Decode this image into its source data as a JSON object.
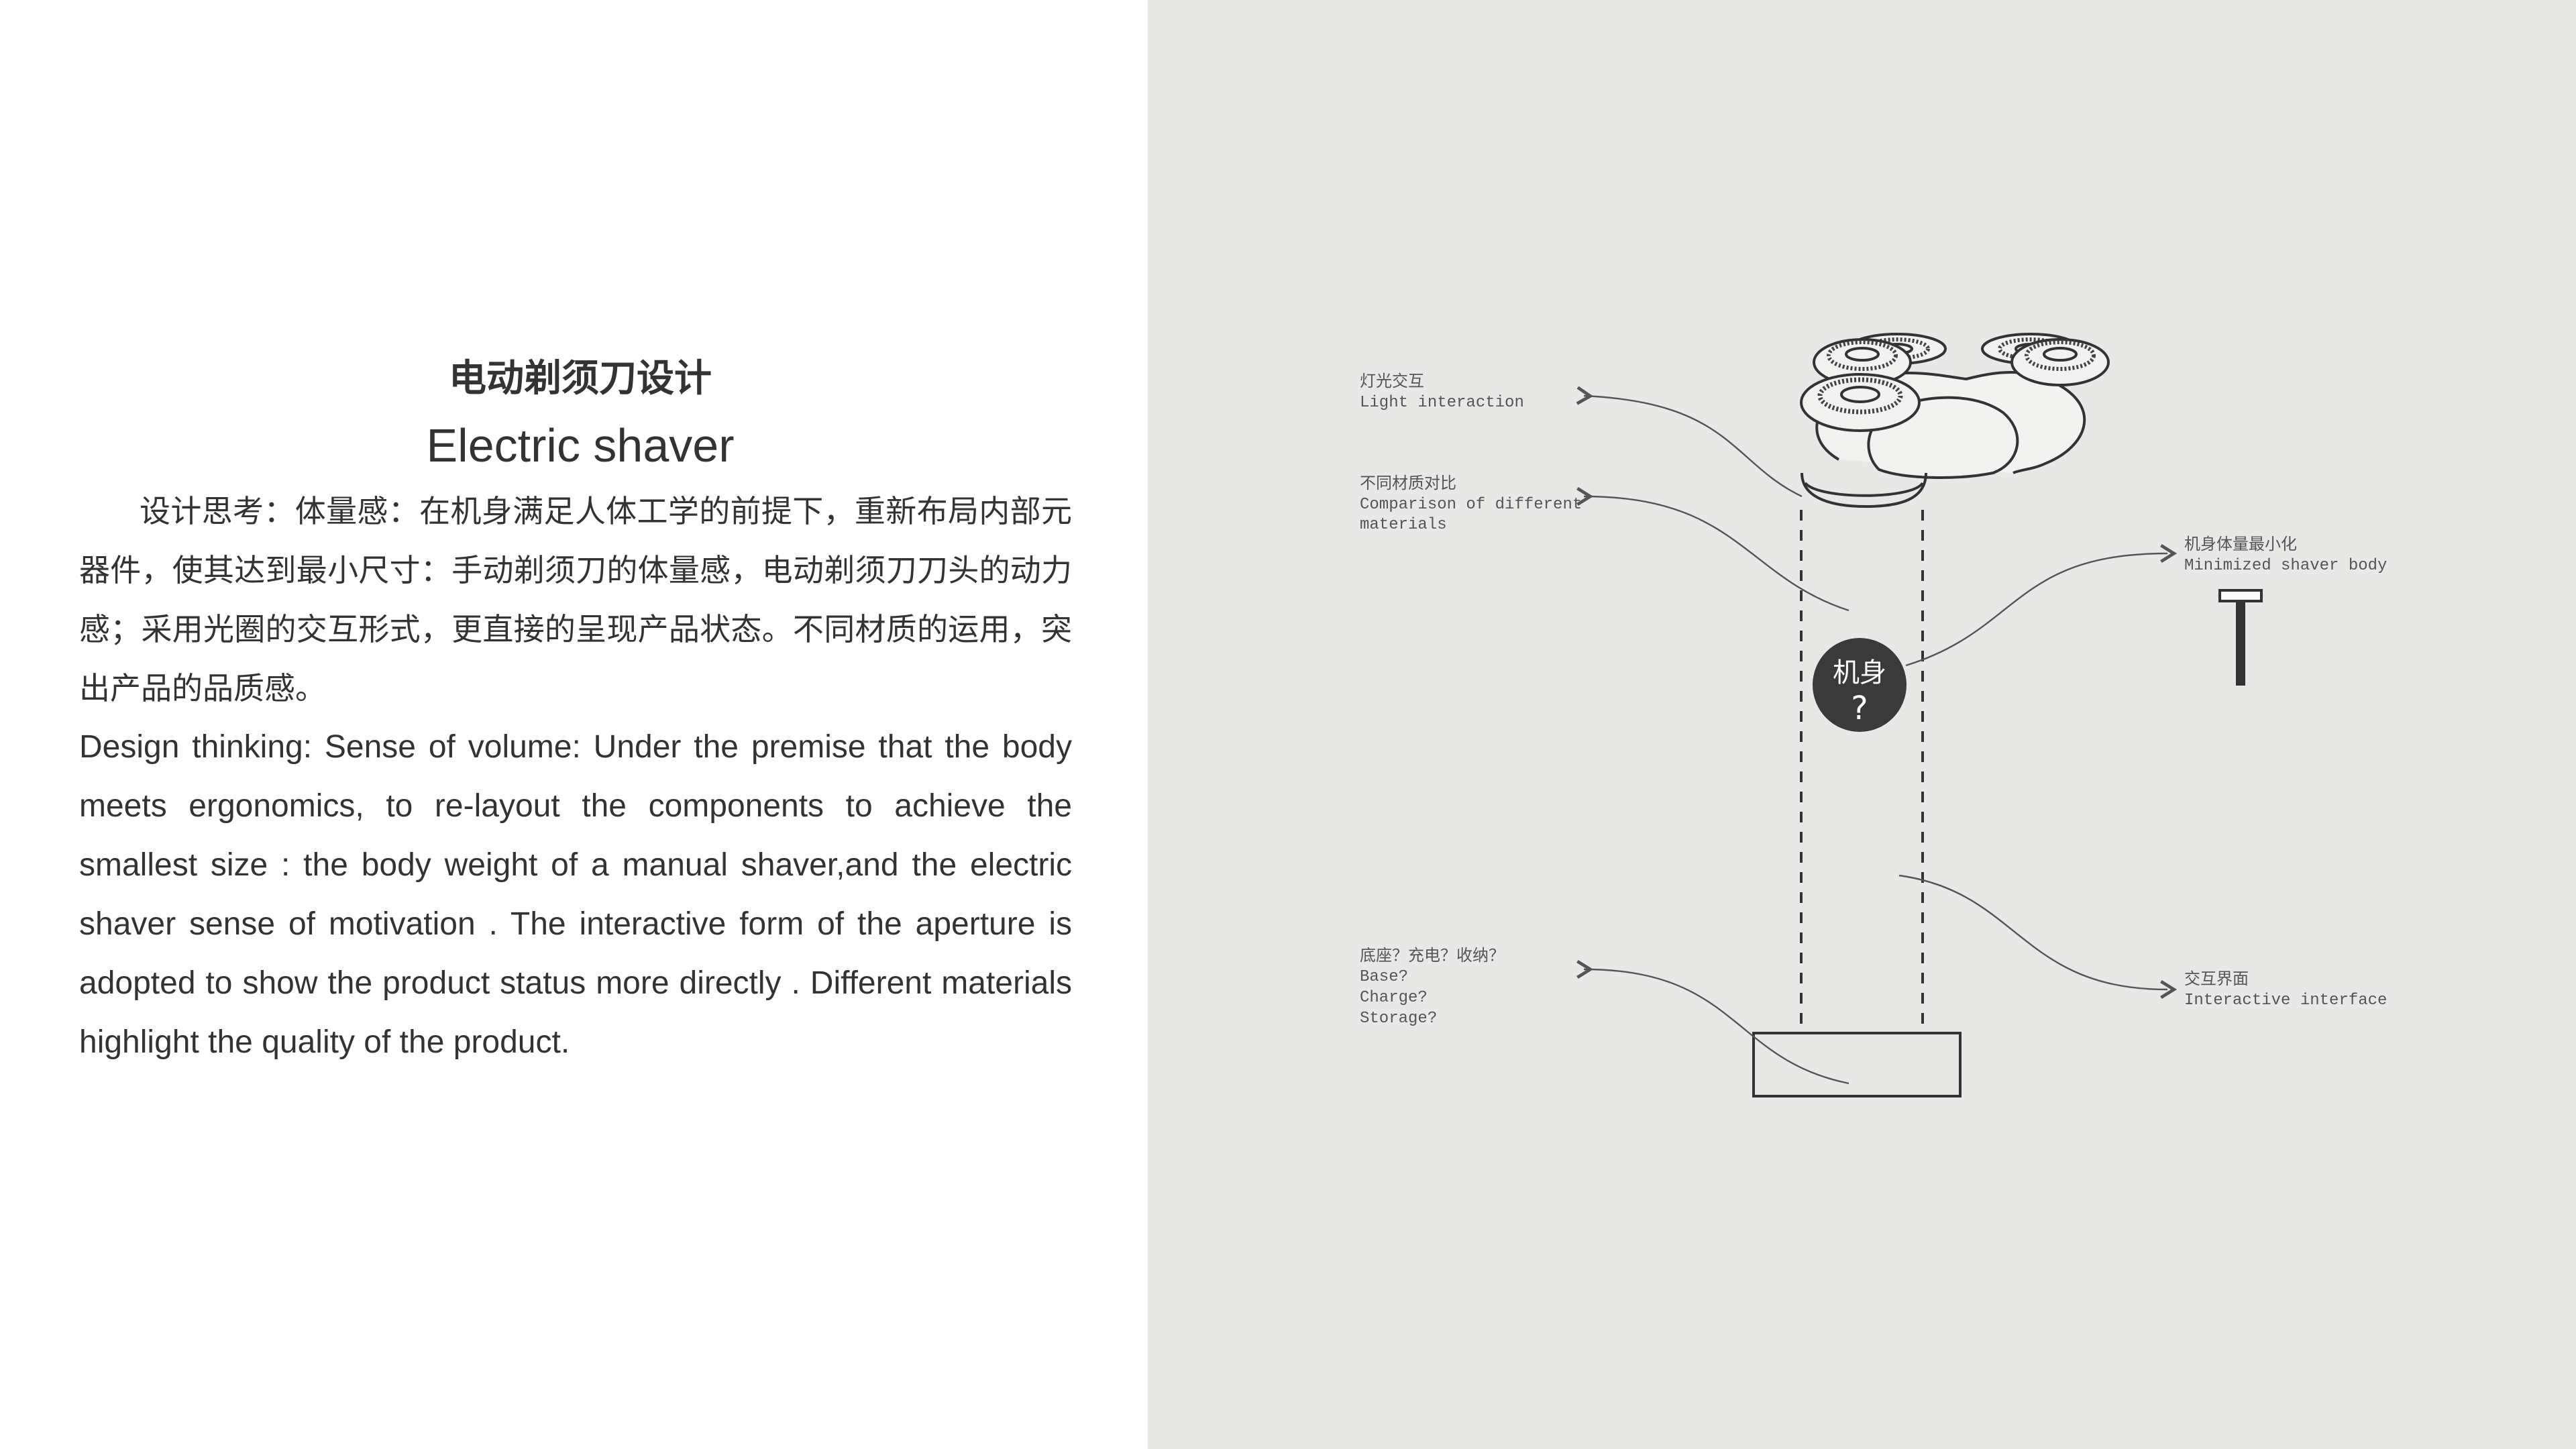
{
  "left": {
    "title_cn": "电动剃须刀设计",
    "title_en": "Electric shaver",
    "paragraph_cn": "设计思考：体量感：在机身满足人体工学的前提下，重新布局内部元器件，使其达到最小尺寸：手动剃须刀的体量感，电动剃须刀刀头的动力感；采用光圈的交互形式，更直接的呈现产品状态。不同材质的运用，突出产品的品质感。",
    "paragraph_en": "Design thinking: Sense of volume: Under the premise that the body meets ergonomics,  to re-layout the components to achieve the smallest size : the body weight of a manual shaver,and the electric shaver sense of motivation . The interactive form of the aperture is adopted to show the product status more directly . Different materials highlight the quality of the product."
  },
  "diagram": {
    "labels": {
      "light_cn": "灯光交互",
      "light_en": "Light interaction",
      "material_cn": "不同材质对比",
      "material_en_1": "Comparison of different",
      "material_en_2": "materials",
      "base_cn": "底座？充电？收纳？",
      "base_en_1": "Base?",
      "base_en_2": "Charge?",
      "base_en_3": "Storage?",
      "min_cn": "机身体量最小化",
      "min_en": "Minimized shaver body",
      "interface_cn": "交互界面",
      "interface_en": "Interactive interface"
    },
    "body_badge": {
      "line1": "机身",
      "line2": "?"
    },
    "colors": {
      "background": "#e8e8e6",
      "line": "#333333",
      "badge": "#3a3a3a",
      "badge_text": "#ffffff"
    },
    "icons": [
      "shaver-head-icon",
      "manual-razor-icon"
    ]
  }
}
